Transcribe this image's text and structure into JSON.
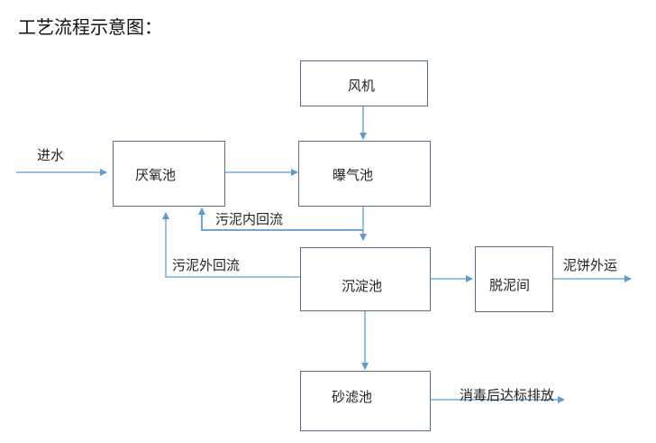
{
  "title": "工艺流程示意图：",
  "colors": {
    "arrow": "#5b9bd5",
    "box_border": "#5b6f8a",
    "text": "#222222"
  },
  "nodes": {
    "fan": "风机",
    "anoxic": "厌氧池",
    "aeration": "曝气池",
    "settling": "沉淀池",
    "dewatering": "脱泥间",
    "sandfilter": "砂滤池"
  },
  "labels": {
    "inflow": "进水",
    "internal_return": "污泥内回流",
    "external_return": "污泥外回流",
    "cake_out": "泥饼外运",
    "discharge": "消毒后达标排放"
  }
}
